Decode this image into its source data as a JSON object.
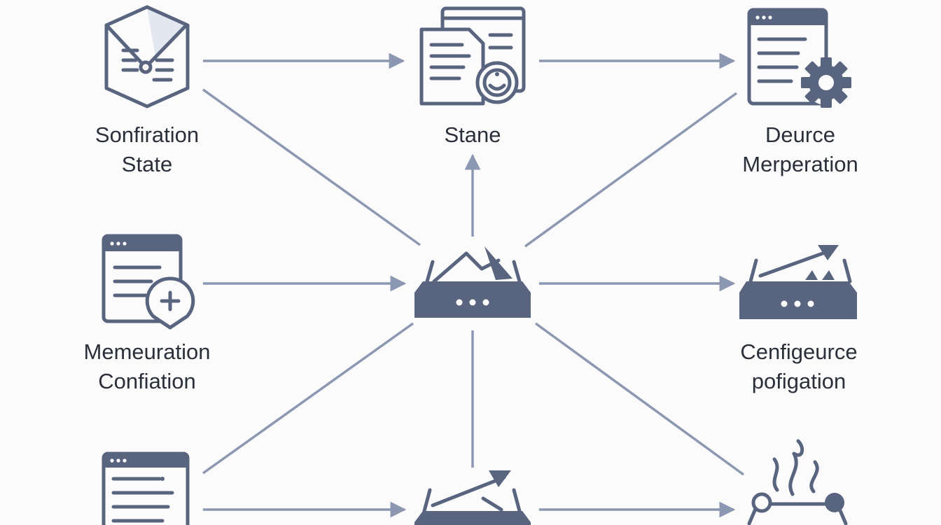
{
  "diagram": {
    "nodes": [
      {
        "id": "top-left",
        "icon": "document-node-icon",
        "lines": [
          "Sonfiration",
          "State"
        ]
      },
      {
        "id": "top-center",
        "icon": "documents-gear-icon",
        "lines": [
          "Stane"
        ]
      },
      {
        "id": "top-right",
        "icon": "window-gear-icon",
        "lines": [
          "Deurce",
          "Merperation"
        ]
      },
      {
        "id": "mid-left",
        "icon": "window-plus-icon",
        "lines": [
          "Memeuration",
          "Confiation"
        ]
      },
      {
        "id": "center",
        "icon": "tray-hub-icon",
        "lines": []
      },
      {
        "id": "mid-right",
        "icon": "tray-arrow-icon",
        "lines": [
          "Cenfigeurce",
          "pofigation"
        ]
      },
      {
        "id": "bottom-left",
        "icon": "window-list-icon",
        "lines": []
      },
      {
        "id": "bottom-center",
        "icon": "tray-arrow-icon",
        "lines": []
      },
      {
        "id": "bottom-right",
        "icon": "network-flame-icon",
        "lines": []
      }
    ],
    "edges": [
      {
        "from": "top-left",
        "to": "top-center"
      },
      {
        "from": "top-center",
        "to": "top-right"
      },
      {
        "from": "mid-left",
        "to": "center"
      },
      {
        "from": "center",
        "to": "mid-right"
      },
      {
        "from": "bottom-left",
        "to": "bottom-center"
      },
      {
        "from": "bottom-center",
        "to": "bottom-right"
      },
      {
        "from": "center",
        "to": "top-center"
      },
      {
        "from": "top-left",
        "to": "center"
      },
      {
        "from": "center",
        "to": "top-right"
      },
      {
        "from": "bottom-left",
        "to": "center"
      },
      {
        "from": "center",
        "to": "bottom-right"
      },
      {
        "from": "center",
        "to": "bottom-center"
      }
    ],
    "colors": {
      "icon": "#59647f",
      "connector": "#8c97b2",
      "text": "#2b2f3a",
      "background": "#fbfbfc"
    }
  }
}
